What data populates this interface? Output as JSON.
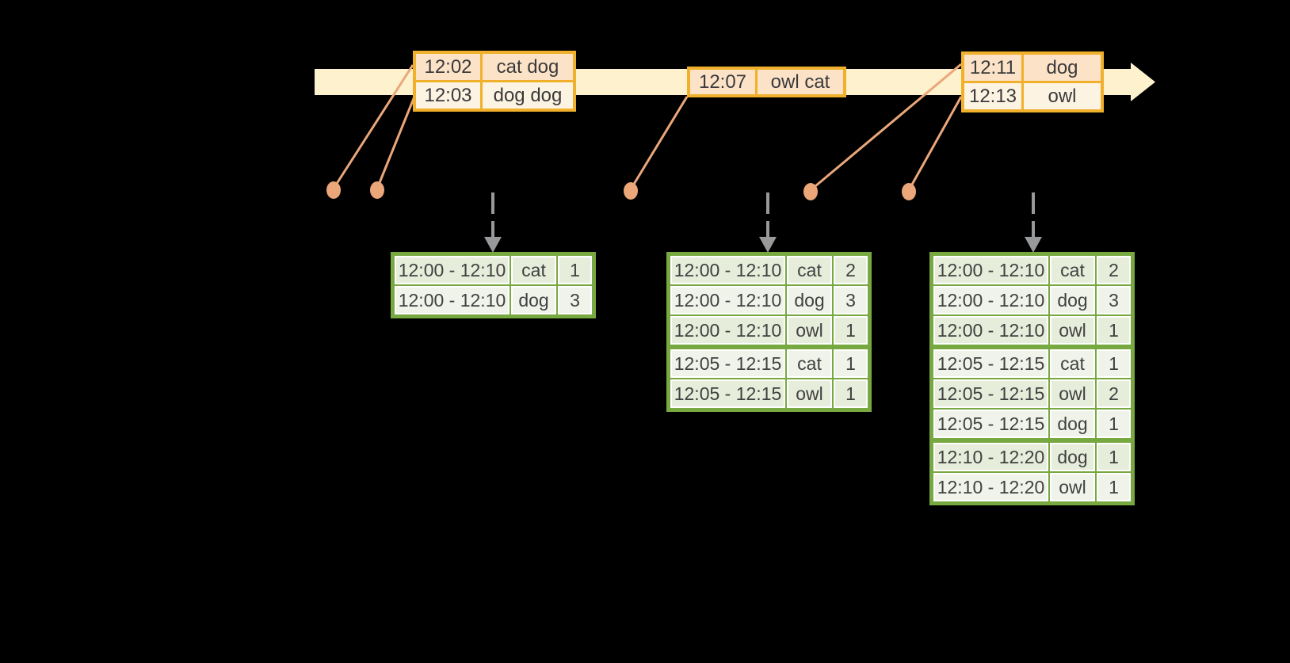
{
  "colors": {
    "background": "#000000",
    "timeline_fill": "#fdf2cd",
    "event_table_border": "#f0b02c",
    "event_row_peach": "#fce3c8",
    "event_row_cream": "#fdf3e2",
    "connector": "#eba77a",
    "trigger_arrow": "#97999b",
    "result_table_border": "#78a840",
    "result_row_dark": "#e6edda",
    "result_row_light": "#eff3e9",
    "table_text": "#3a3a3a"
  },
  "event_tables": [
    {
      "rows": [
        {
          "time": "12:02",
          "words": "cat dog"
        },
        {
          "time": "12:03",
          "words": "dog dog"
        }
      ]
    },
    {
      "rows": [
        {
          "time": "12:07",
          "words": "owl cat"
        }
      ]
    },
    {
      "rows": [
        {
          "time": "12:11",
          "words": "dog"
        },
        {
          "time": "12:13",
          "words": "owl"
        }
      ]
    }
  ],
  "result_tables": [
    {
      "rows": [
        {
          "window": "12:00 - 12:10",
          "word": "cat",
          "count": "1"
        },
        {
          "window": "12:00 - 12:10",
          "word": "dog",
          "count": "3"
        }
      ]
    },
    {
      "rows": [
        {
          "window": "12:00 - 12:10",
          "word": "cat",
          "count": "2"
        },
        {
          "window": "12:00 - 12:10",
          "word": "dog",
          "count": "3"
        },
        {
          "window": "12:00 - 12:10",
          "word": "owl",
          "count": "1"
        },
        {
          "window": "12:05 - 12:15",
          "word": "cat",
          "count": "1"
        },
        {
          "window": "12:05 - 12:15",
          "word": "owl",
          "count": "1"
        }
      ]
    },
    {
      "rows": [
        {
          "window": "12:00 - 12:10",
          "word": "cat",
          "count": "2"
        },
        {
          "window": "12:00 - 12:10",
          "word": "dog",
          "count": "3"
        },
        {
          "window": "12:00 - 12:10",
          "word": "owl",
          "count": "1"
        },
        {
          "window": "12:05 - 12:15",
          "word": "cat",
          "count": "1"
        },
        {
          "window": "12:05 - 12:15",
          "word": "owl",
          "count": "2"
        },
        {
          "window": "12:05 - 12:15",
          "word": "dog",
          "count": "1"
        },
        {
          "window": "12:10 - 12:20",
          "word": "dog",
          "count": "1"
        },
        {
          "window": "12:10 - 12:20",
          "word": "owl",
          "count": "1"
        }
      ]
    }
  ]
}
